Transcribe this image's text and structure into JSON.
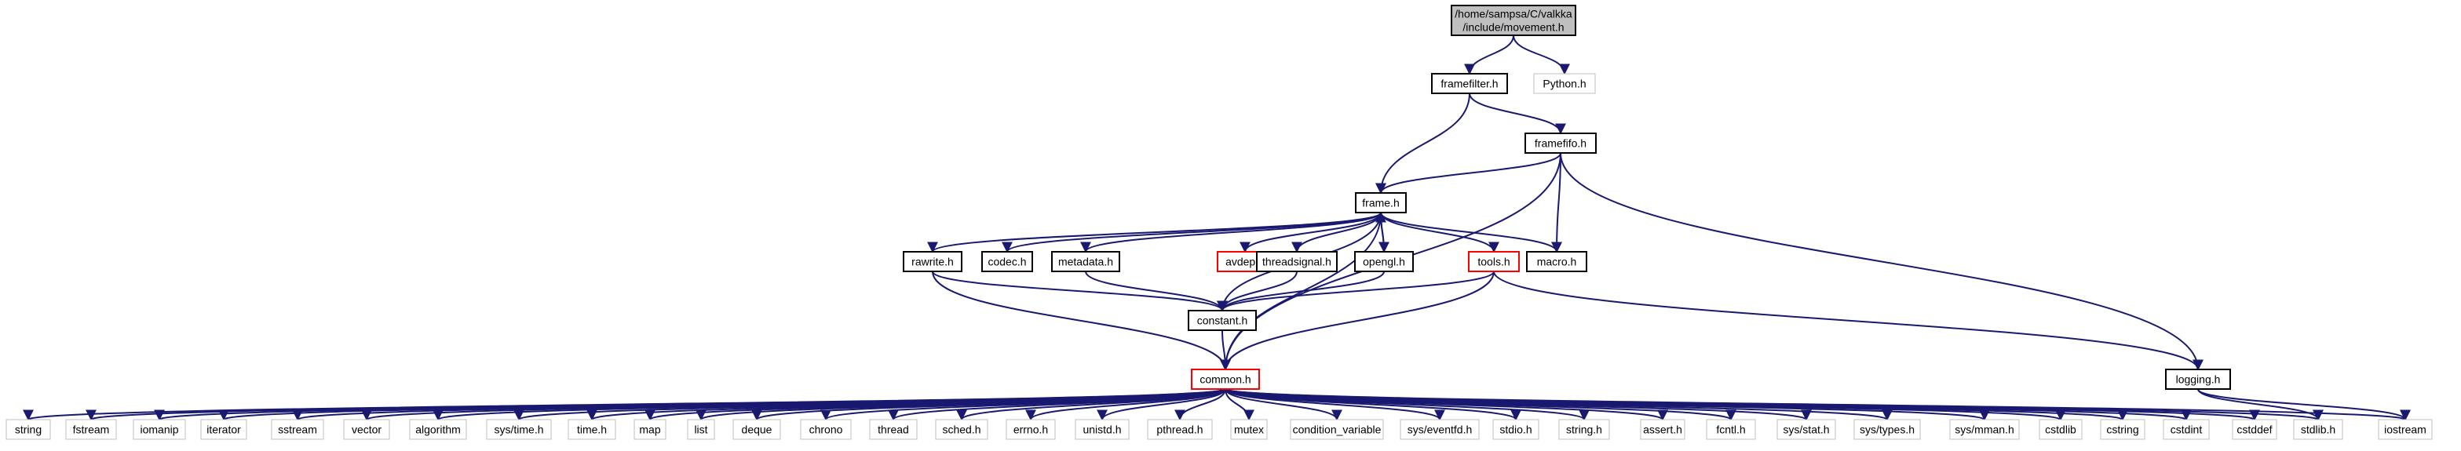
{
  "nodes": [
    {
      "id": "movement",
      "lines": [
        "/home/sampsa/C/valkka",
        "/include/movement.h"
      ],
      "style": "root"
    },
    {
      "id": "framefilter",
      "lines": [
        "framefilter.h"
      ],
      "style": "normal"
    },
    {
      "id": "python",
      "lines": [
        "Python.h"
      ],
      "style": "external"
    },
    {
      "id": "framefifo",
      "lines": [
        "framefifo.h"
      ],
      "style": "normal"
    },
    {
      "id": "frame",
      "lines": [
        "frame.h"
      ],
      "style": "normal"
    },
    {
      "id": "rawrite",
      "lines": [
        "rawrite.h"
      ],
      "style": "normal"
    },
    {
      "id": "codec",
      "lines": [
        "codec.h"
      ],
      "style": "normal"
    },
    {
      "id": "metadata",
      "lines": [
        "metadata.h"
      ],
      "style": "normal"
    },
    {
      "id": "avdep",
      "lines": [
        "avdep.h"
      ],
      "style": "truncated"
    },
    {
      "id": "threadsignal",
      "lines": [
        "threadsignal.h"
      ],
      "style": "normal"
    },
    {
      "id": "opengl",
      "lines": [
        "opengl.h"
      ],
      "style": "normal"
    },
    {
      "id": "tools",
      "lines": [
        "tools.h"
      ],
      "style": "truncated"
    },
    {
      "id": "macro",
      "lines": [
        "macro.h"
      ],
      "style": "normal"
    },
    {
      "id": "constant",
      "lines": [
        "constant.h"
      ],
      "style": "normal"
    },
    {
      "id": "logging",
      "lines": [
        "logging.h"
      ],
      "style": "normal"
    },
    {
      "id": "common",
      "lines": [
        "common.h"
      ],
      "style": "truncated"
    },
    {
      "id": "string",
      "lines": [
        "string"
      ],
      "style": "external"
    },
    {
      "id": "fstream",
      "lines": [
        "fstream"
      ],
      "style": "external"
    },
    {
      "id": "iomanip",
      "lines": [
        "iomanip"
      ],
      "style": "external"
    },
    {
      "id": "iterator",
      "lines": [
        "iterator"
      ],
      "style": "external"
    },
    {
      "id": "sstream",
      "lines": [
        "sstream"
      ],
      "style": "external"
    },
    {
      "id": "vector",
      "lines": [
        "vector"
      ],
      "style": "external"
    },
    {
      "id": "algorithm",
      "lines": [
        "algorithm"
      ],
      "style": "external"
    },
    {
      "id": "systime",
      "lines": [
        "sys/time.h"
      ],
      "style": "external"
    },
    {
      "id": "timeh",
      "lines": [
        "time.h"
      ],
      "style": "external"
    },
    {
      "id": "map",
      "lines": [
        "map"
      ],
      "style": "external"
    },
    {
      "id": "list",
      "lines": [
        "list"
      ],
      "style": "external"
    },
    {
      "id": "deque",
      "lines": [
        "deque"
      ],
      "style": "external"
    },
    {
      "id": "chrono",
      "lines": [
        "chrono"
      ],
      "style": "external"
    },
    {
      "id": "thread",
      "lines": [
        "thread"
      ],
      "style": "external"
    },
    {
      "id": "sched",
      "lines": [
        "sched.h"
      ],
      "style": "external"
    },
    {
      "id": "errno",
      "lines": [
        "errno.h"
      ],
      "style": "external"
    },
    {
      "id": "unistd",
      "lines": [
        "unistd.h"
      ],
      "style": "external"
    },
    {
      "id": "pthread",
      "lines": [
        "pthread.h"
      ],
      "style": "external"
    },
    {
      "id": "mutex",
      "lines": [
        "mutex"
      ],
      "style": "external"
    },
    {
      "id": "condvar",
      "lines": [
        "condition_variable"
      ],
      "style": "external"
    },
    {
      "id": "syseventfd",
      "lines": [
        "sys/eventfd.h"
      ],
      "style": "external"
    },
    {
      "id": "stdio",
      "lines": [
        "stdio.h"
      ],
      "style": "external"
    },
    {
      "id": "stringh",
      "lines": [
        "string.h"
      ],
      "style": "external"
    },
    {
      "id": "assert",
      "lines": [
        "assert.h"
      ],
      "style": "external"
    },
    {
      "id": "fcntl",
      "lines": [
        "fcntl.h"
      ],
      "style": "external"
    },
    {
      "id": "sysstat",
      "lines": [
        "sys/stat.h"
      ],
      "style": "external"
    },
    {
      "id": "systypes",
      "lines": [
        "sys/types.h"
      ],
      "style": "external"
    },
    {
      "id": "sysmman",
      "lines": [
        "sys/mman.h"
      ],
      "style": "external"
    },
    {
      "id": "cstdlib",
      "lines": [
        "cstdlib"
      ],
      "style": "external"
    },
    {
      "id": "cstring",
      "lines": [
        "cstring"
      ],
      "style": "external"
    },
    {
      "id": "cstdint",
      "lines": [
        "cstdint"
      ],
      "style": "external"
    },
    {
      "id": "cstddef",
      "lines": [
        "cstddef"
      ],
      "style": "external"
    },
    {
      "id": "stdlib",
      "lines": [
        "stdlib.h"
      ],
      "style": "external"
    },
    {
      "id": "iostream",
      "lines": [
        "iostream"
      ],
      "style": "external"
    }
  ],
  "edges": [
    [
      "movement",
      "framefilter"
    ],
    [
      "movement",
      "python"
    ],
    [
      "framefilter",
      "frame"
    ],
    [
      "framefilter",
      "framefifo"
    ],
    [
      "framefifo",
      "frame"
    ],
    [
      "framefifo",
      "macro"
    ],
    [
      "framefifo",
      "common"
    ],
    [
      "framefifo",
      "logging"
    ],
    [
      "frame",
      "rawrite"
    ],
    [
      "frame",
      "codec"
    ],
    [
      "frame",
      "metadata"
    ],
    [
      "frame",
      "avdep"
    ],
    [
      "frame",
      "threadsignal"
    ],
    [
      "frame",
      "opengl"
    ],
    [
      "frame",
      "tools"
    ],
    [
      "frame",
      "macro"
    ],
    [
      "frame",
      "constant"
    ],
    [
      "frame",
      "common"
    ],
    [
      "opengl",
      "frame"
    ],
    [
      "opengl",
      "constant"
    ],
    [
      "rawrite",
      "constant"
    ],
    [
      "rawrite",
      "common"
    ],
    [
      "metadata",
      "constant"
    ],
    [
      "threadsignal",
      "constant"
    ],
    [
      "tools",
      "constant"
    ],
    [
      "tools",
      "common"
    ],
    [
      "tools",
      "logging"
    ],
    [
      "constant",
      "common"
    ],
    [
      "logging",
      "stdlib"
    ],
    [
      "logging",
      "iostream"
    ],
    [
      "common",
      "string"
    ],
    [
      "common",
      "fstream"
    ],
    [
      "common",
      "iomanip"
    ],
    [
      "common",
      "iterator"
    ],
    [
      "common",
      "sstream"
    ],
    [
      "common",
      "vector"
    ],
    [
      "common",
      "algorithm"
    ],
    [
      "common",
      "systime"
    ],
    [
      "common",
      "timeh"
    ],
    [
      "common",
      "map"
    ],
    [
      "common",
      "list"
    ],
    [
      "common",
      "deque"
    ],
    [
      "common",
      "chrono"
    ],
    [
      "common",
      "thread"
    ],
    [
      "common",
      "sched"
    ],
    [
      "common",
      "errno"
    ],
    [
      "common",
      "unistd"
    ],
    [
      "common",
      "pthread"
    ],
    [
      "common",
      "mutex"
    ],
    [
      "common",
      "condvar"
    ],
    [
      "common",
      "syseventfd"
    ],
    [
      "common",
      "stdio"
    ],
    [
      "common",
      "stringh"
    ],
    [
      "common",
      "assert"
    ],
    [
      "common",
      "fcntl"
    ],
    [
      "common",
      "sysstat"
    ],
    [
      "common",
      "systypes"
    ],
    [
      "common",
      "sysmman"
    ],
    [
      "common",
      "cstdlib"
    ],
    [
      "common",
      "cstring"
    ],
    [
      "common",
      "cstdint"
    ],
    [
      "common",
      "cstddef"
    ],
    [
      "common",
      "stdlib"
    ],
    [
      "common",
      "iostream"
    ]
  ],
  "colors": {
    "edge": "#191970",
    "root_fill": "#bfbfbf",
    "normal_border": "#000000",
    "truncated_border": "#ff0000",
    "external_border": "#bfbfbf",
    "external_text": "#000000"
  }
}
